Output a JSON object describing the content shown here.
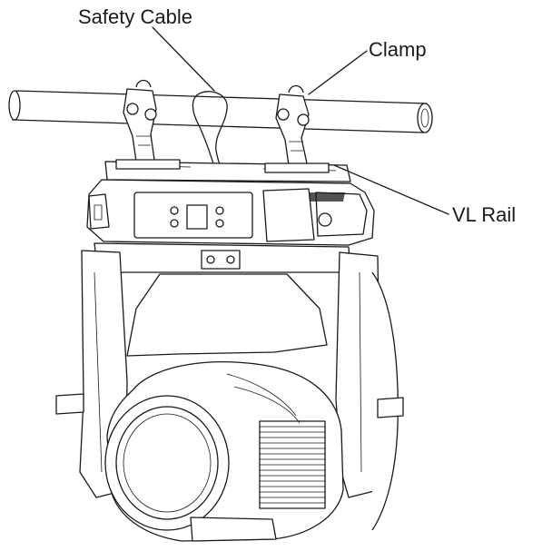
{
  "labels": {
    "safety_cable": "Safety Cable",
    "clamp": "Clamp",
    "vl_rail": "VL Rail"
  },
  "colors": {
    "line": "#1a1a1a",
    "background": "#ffffff"
  }
}
